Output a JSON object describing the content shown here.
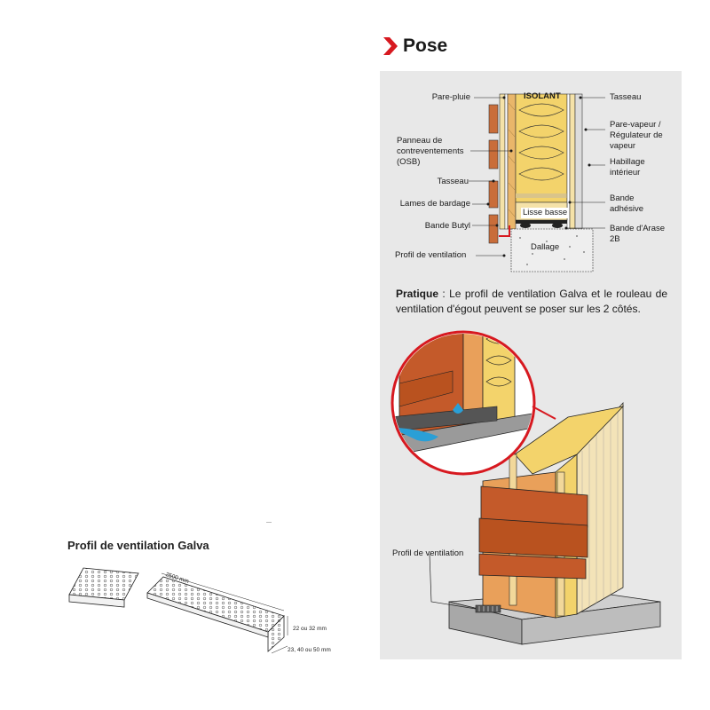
{
  "header": {
    "title": "Pose"
  },
  "colors": {
    "accent": "#d71920",
    "panel": "#e8e8e8",
    "wood": "#c96d3a",
    "insulation": "#f3d36b"
  },
  "section_diagram": {
    "labels_left": {
      "pare_pluie": "Pare-pluie",
      "panneau": "Panneau de contreventements (OSB)",
      "tasseau": "Tasseau",
      "lames": "Lames de bardage",
      "butyl": "Bande Butyl",
      "profil": "Profil de ventilation"
    },
    "labels_right": {
      "tasseau": "Tasseau",
      "pare_vapeur": "Pare-vapeur / Régulateur de vapeur",
      "habillage": "Habillage intérieur",
      "bande_adhesive": "Bande adhésive",
      "arase": "Bande d'Arase 2B"
    },
    "inner_labels": {
      "isolant": "ISOLANT",
      "lisse_basse": "Lisse basse",
      "dallage": "Dallage"
    }
  },
  "pratique": {
    "label": "Pratique",
    "text": " : Le profil de ventilation Galva et le rouleau de ventilation d'égout peuvent se poser sur les 2 côtés."
  },
  "isometric": {
    "label_profil": "Profil de ventilation"
  },
  "product": {
    "title": "Profil de ventilation Galva",
    "length": "2500 mm",
    "height": "22 ou 32 mm",
    "width": "23, 40 ou 50 mm"
  }
}
